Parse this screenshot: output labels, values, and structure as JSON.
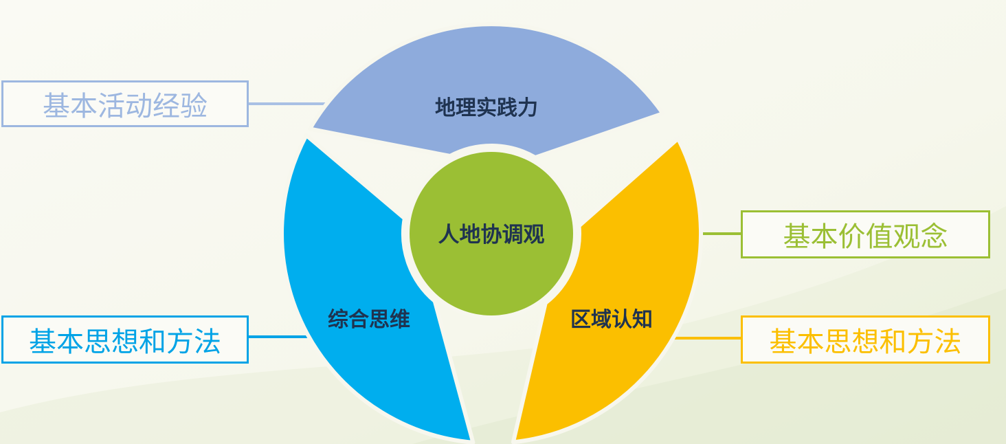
{
  "colors": {
    "background": "#f7f7ee",
    "practice": "#8eabdc",
    "region": "#fbbf00",
    "thinking": "#00aeee",
    "harmony": "#9bbf34",
    "label_text": "#1f3350"
  },
  "center": {
    "label": "人地协调观"
  },
  "segments": [
    {
      "key": "practice",
      "label": "地理实践力",
      "color": "#8eabdc"
    },
    {
      "key": "region",
      "label": "区域认知",
      "color": "#fbbf00"
    },
    {
      "key": "thinking",
      "label": "综合思维",
      "color": "#00aeee"
    }
  ],
  "callouts": {
    "practice": {
      "label": "基本活动经验",
      "color": "#9db7e0"
    },
    "region": {
      "label": "基本价值观念",
      "color": "#9bbf34"
    },
    "thinking": {
      "label": "基本思想和方法",
      "color": "#00a3e6"
    },
    "value": {
      "label": "基本思想和方法",
      "color": "#fbbf00"
    }
  }
}
